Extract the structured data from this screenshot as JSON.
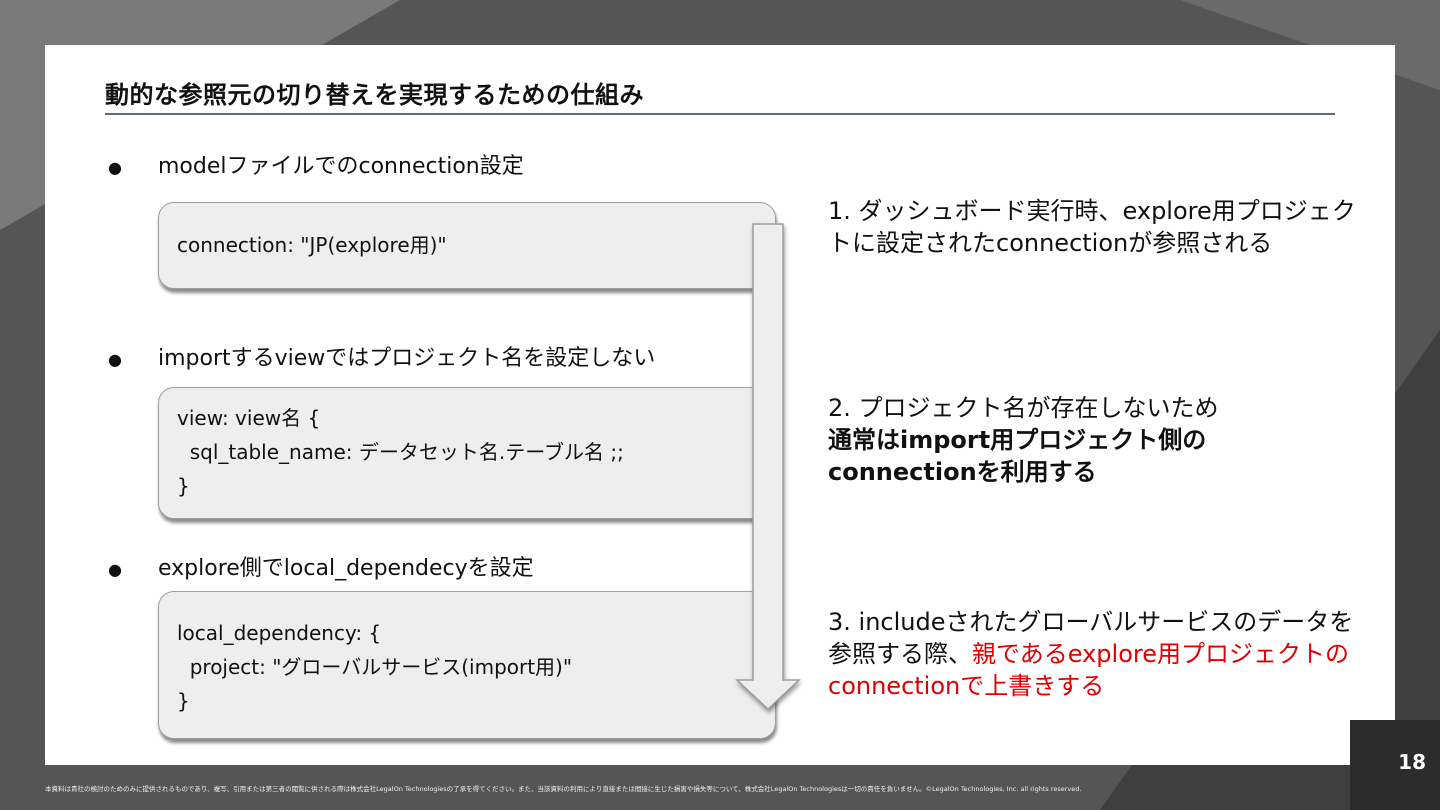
{
  "slide": {
    "title": "動的な参照元の切り替えを実現するための仕組み",
    "page_number": "18",
    "footer": "本資料は貴社の検討のためのみに提供されるものであり、複写、引用または第三者の閲覧に供される際は株式会社LegalOn Technologiesの了承を得てください。また、当該資料の利用により直接または間接に生じた損害や損失等について、株式会社LegalOn Technologiesは一切の責任を負いません。©LegalOn Technologies, Inc. all rights reserved."
  },
  "bullets": [
    {
      "marker": "●",
      "text": "modelファイルでのconnection設定"
    },
    {
      "marker": "●",
      "text": "importするviewではプロジェクト名を設定しない"
    },
    {
      "marker": "●",
      "text": "explore側でlocal_dependecyを設定"
    }
  ],
  "code_blocks": [
    {
      "lines": [
        "connection: \"JP(explore用)\""
      ]
    },
    {
      "lines": [
        "view: view名 {",
        "  sql_table_name: データセット名.テーブル名 ;;",
        "}"
      ]
    },
    {
      "lines": [
        "local_dependency: {",
        "  project: \"グローバルサービス(import用)\"",
        "}"
      ]
    }
  ],
  "notes": {
    "n1": "1. ダッシュボード実行時、explore用プロジェクトに設定されたconnectionが参照される",
    "n2_plain": "2. プロジェクト名が存在しないため",
    "n2_bold": "通常はimport用プロジェクト側のconnectionを利用する",
    "n3_plain": "3. includeされたグローバルサービスのデータを参照する際、",
    "n3_red": "親であるexplore用プロジェクトのconnectionで上書きする"
  },
  "colors": {
    "accent_red": "#e00000",
    "title_rule": "#5f6b77",
    "box_fill": "#eeeeee",
    "frame_dark": "#555555"
  }
}
